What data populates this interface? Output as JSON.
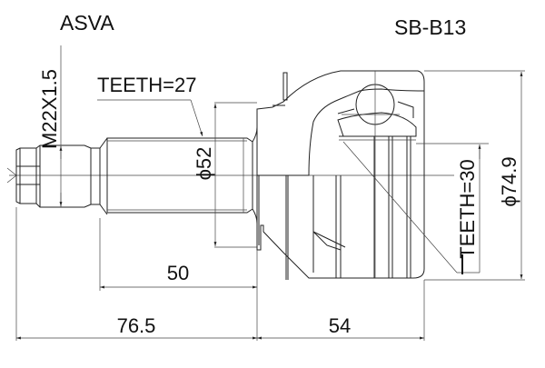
{
  "brand": "ASVA",
  "part_number": "SB-B13",
  "drawing": {
    "subject": "Outer CV joint (drive shaft joint) cross-section",
    "thread_label": "M22X1.5",
    "outer_spline_label": "TEETH=27",
    "inner_spline_label": "TEETH=30",
    "shaft_diameter_label": "ϕ52",
    "outer_diameter_label": "ϕ74.9",
    "dimension_50": "50",
    "dimension_76_5": "76.5",
    "dimension_54": "54"
  },
  "colors": {
    "line": "#222222",
    "background": "#ffffff"
  }
}
